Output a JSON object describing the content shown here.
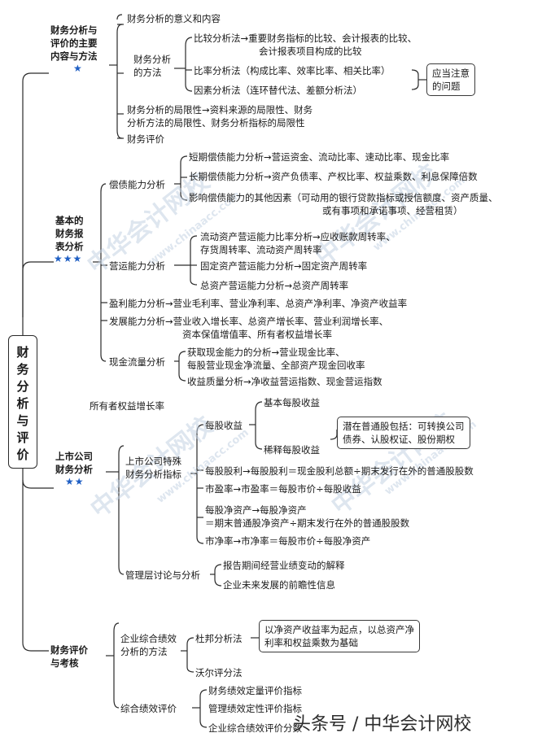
{
  "root": "财\n务\n分\n析\n与\n评\n价",
  "sec1": {
    "title_l1": "财务分析与",
    "title_l2": "评价的主要",
    "title_l3": "内容与方法",
    "stars": "★",
    "item1": "财务分析的意义和内容",
    "methods_l1": "财务分析",
    "methods_l2": "的方法",
    "cmp_l1": "比较分析法→重要财务指标的比较、会计报表的比较、",
    "cmp_l2": "会计报表项目构成的比较",
    "ratio": "比率分析法（构成比率、效率比率、相关比率）",
    "factor": "因素分析法（连环替代法、差额分析法）",
    "note_l1": "应当注意",
    "note_l2": "的问题",
    "limit_l1": "财务分析的局限性→资料来源的局限性、财务",
    "limit_l2": "分析方法的局限性、财务分析指标的局限性",
    "eval": "财务评价"
  },
  "sec2": {
    "title_l1": "基本的",
    "title_l2": "财务报",
    "title_l3": "表分析",
    "stars": "★★★",
    "solv": "偿债能力分析",
    "solv1": "短期偿债能力分析→营运资金、流动比率、速动比率、现金比率",
    "solv2": "长期偿债能力分析→资产负债率、产权比率、权益乘数、利息保障倍数",
    "solv3_l1": "影响偿债能力的其他因素（可动用的银行贷款指标或授信额度、资产质量、",
    "solv3_l2": "或有事项和承诺事项、经营租赁）",
    "oper": "营运能力分析",
    "oper1_l1": "流动资产营运能力比率分析→应收账款周转率、",
    "oper1_l2": "存货周转率、流动资产周转率",
    "oper2": "固定资产营运能力分析→固定资产周转率",
    "oper3": "总资产营运能力分析→总资产周转率",
    "profit": "盈利能力分析→营业毛利率、营业净利率、总资产净利率、净资产收益率",
    "dev_l1": "发展能力分析→营业收入增长率、总资产增长率、营业利润增长率、",
    "dev_l2": "资本保值增值率、所有者权益增长率",
    "cash": "现金流量分析",
    "cash1_l1": "获取现金能力的分析→营业现金比率、",
    "cash1_l2": "每股营业现金净流量、全部资产现金回收率",
    "cash2": "收益质量分析→净收益营运指数、现金营运指数",
    "equity_growth": "所有者权益增长率"
  },
  "sec3": {
    "title_l1": "上市公司",
    "title_l2": "财务分析",
    "stars": "★★",
    "special_l1": "上市公司特殊",
    "special_l2": "财务分析指标",
    "eps": "每股收益",
    "eps_basic": "基本每股收益",
    "eps_diluted": "稀释每股收益",
    "potential_l1": "潜在普通股包括：可转换公司",
    "potential_l2": "债券、认股权证、股份期权",
    "dps": "每股股利→每股股利＝现金股利总额÷期末发行在外的普通股股数",
    "pe": "市盈率→市盈率＝每股市价÷每股收益",
    "bvps_l1": "每股净资产→每股净资产",
    "bvps_l2": "＝期末普通股净资产÷期末发行在外的普通股股数",
    "pb": "市净率→市净率＝每股市价÷每股净资产",
    "mgmt": "管理层讨论与分析",
    "mgmt1": "报告期间经营业绩变动的解释",
    "mgmt2": "企业未来发展的前瞻性信息"
  },
  "sec4": {
    "title_l1": "财务评价",
    "title_l2": "与考核",
    "comp_l1": "企业综合绩效",
    "comp_l2": "分析的方法",
    "dupont": "杜邦分析法",
    "dupont_note_l1": "以净资产收益率为起点，以总资产净",
    "dupont_note_l2": "利率和权益乘数为基础",
    "wall": "沃尔评分法",
    "perf": "综合绩效评价",
    "perf1": "财务绩效定量评价指标",
    "perf2": "管理绩效定性评价指标",
    "perf3": "企业综合绩效评价分数"
  },
  "watermark": {
    "brand": "中华会计网校",
    "site": "www.chinaacc.com"
  },
  "footer": "头条号 / 中华会计网校",
  "colors": {
    "stars": "#1f5fc4",
    "lines": "#2a2a2a",
    "watermark": "#c4d2e2"
  }
}
